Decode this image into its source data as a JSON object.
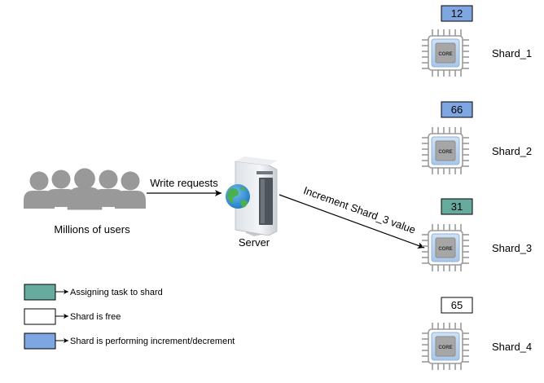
{
  "users": {
    "label": "Millions of users"
  },
  "server": {
    "label": "Server"
  },
  "edges": {
    "write": "Write requests",
    "increment": "Increment Shard_3 value"
  },
  "shards": [
    {
      "name": "Shard_1",
      "value": "12",
      "state": "performing"
    },
    {
      "name": "Shard_2",
      "value": "66",
      "state": "performing"
    },
    {
      "name": "Shard_3",
      "value": "31",
      "state": "assigning"
    },
    {
      "name": "Shard_4",
      "value": "65",
      "state": "free"
    }
  ],
  "chip_label": "CORE",
  "legend": [
    {
      "state": "assigning",
      "label": "Assigning task to shard"
    },
    {
      "state": "free",
      "label": "Shard is free"
    },
    {
      "state": "performing",
      "label": "Shard is performing increment/decrement"
    }
  ],
  "colors": {
    "assigning": "#67AB9F",
    "free": "#FFFFFF",
    "performing": "#7EA6E0",
    "users": "#999999",
    "chip_pins": "#999999",
    "chip_body": "#B9D3EE",
    "core": "#A6A6A6"
  },
  "icons": {
    "users": "group-of-people-icon",
    "server": "server-with-globe-icon",
    "shard": "cpu-chip-icon"
  }
}
